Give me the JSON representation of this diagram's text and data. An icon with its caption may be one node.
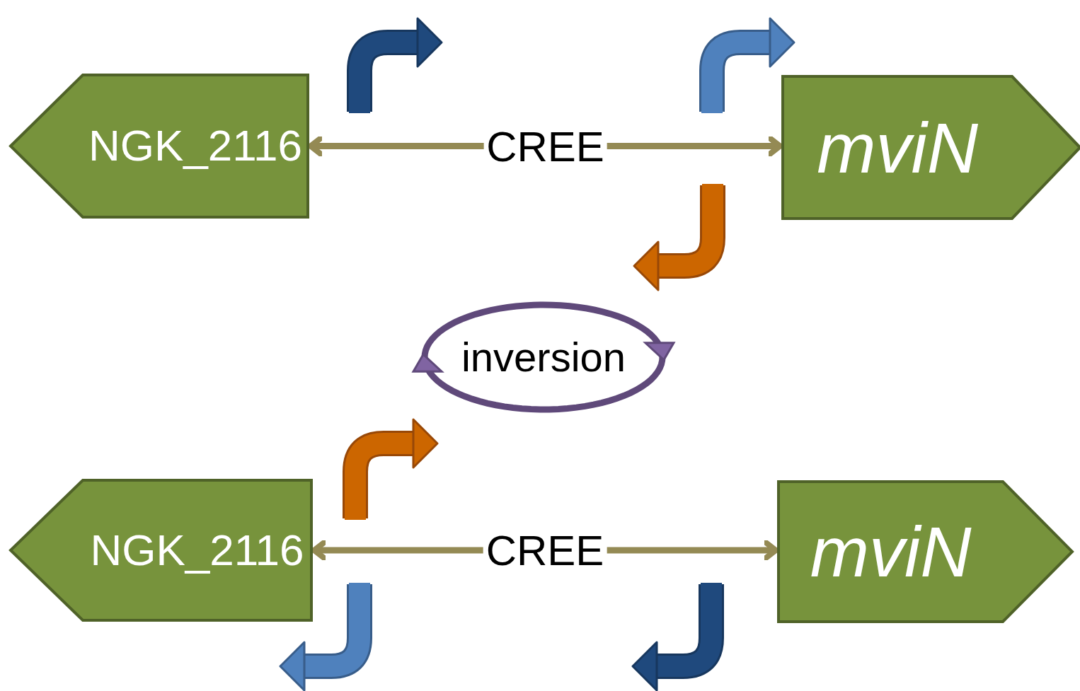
{
  "diagram": {
    "nodes": [
      {
        "text": [
          "NGK_2116"
        ]
      },
      {
        "text": [
          "mviN"
        ]
      },
      {
        "text": [
          "NGK_2116"
        ]
      },
      {
        "text": [
          "mviN"
        ]
      }
    ],
    "edges": [
      {
        "from": 0,
        "to": 1,
        "arrow": "both",
        "label": "CREE",
        "color": "#948a54"
      },
      {
        "from": 2,
        "to": 3,
        "arrow": "both",
        "label": "CREE",
        "color": "#948a54"
      }
    ],
    "labels": [
      "inversion"
    ]
  }
}
